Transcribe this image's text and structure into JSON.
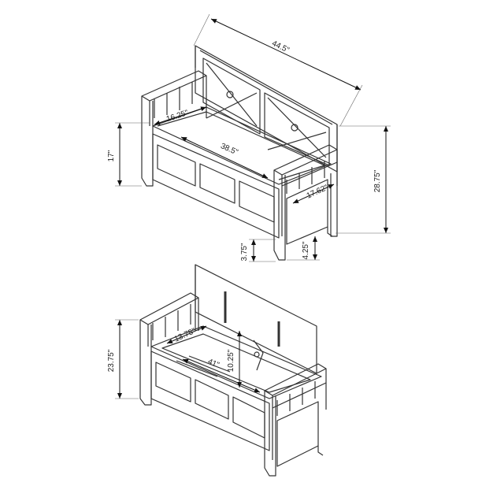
{
  "top_view": {
    "dims": {
      "overall_width": "44.5\"",
      "seat_depth": "16.25\"",
      "seat_width": "38.5\"",
      "seat_height": "17\"",
      "overall_height": "28.75\"",
      "overall_depth": "17.62\"",
      "leg_clearance_left": "3.75\"",
      "leg_clearance_right": "4.25\""
    }
  },
  "bottom_view": {
    "dims": {
      "height_open": "23.75\"",
      "storage_depth": "13.75\"",
      "storage_width": "41\"",
      "storage_height": "10.25\""
    }
  }
}
